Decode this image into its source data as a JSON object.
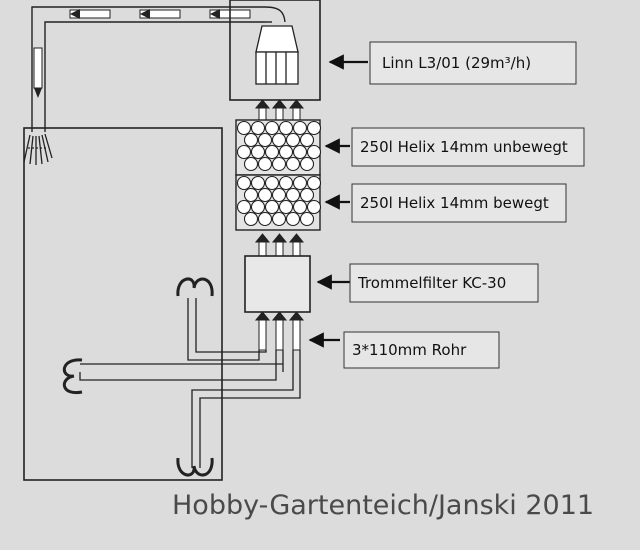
{
  "labels": {
    "pump": "Linn L3/01  (29m³/h)",
    "helix_static": "250l Helix 14mm unbewegt",
    "helix_moving": "250l Helix 14mm bewegt",
    "drum_filter": "Trommelfilter KC-30",
    "pipes": "3*110mm Rohr"
  },
  "watermark": "Hobby-Gartenteich/Janski 2011"
}
